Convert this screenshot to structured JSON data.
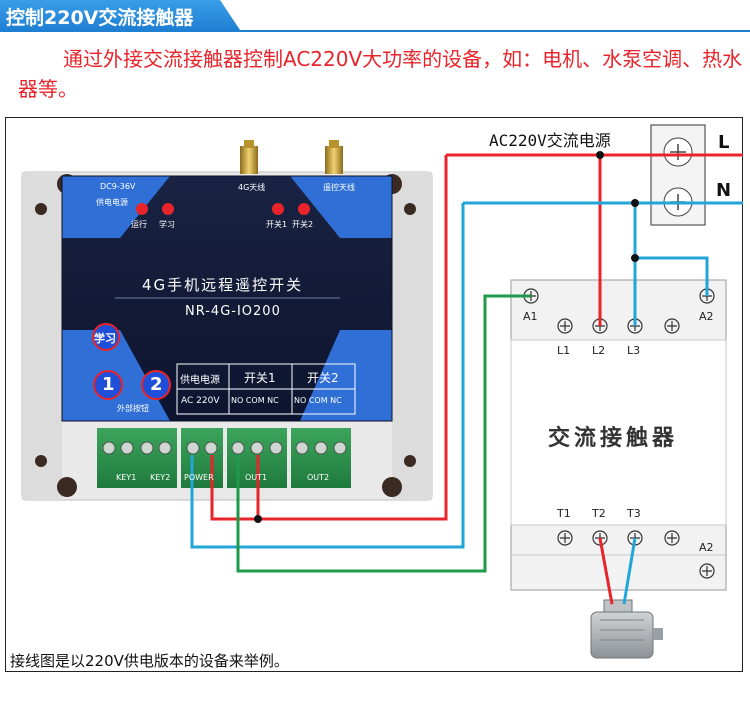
{
  "header": {
    "title": "控制220V交流接触器"
  },
  "intro": {
    "text": "通过外接交流接触器控制AC220V大功率的设备，如：电机、水泵空调、热水器等。"
  },
  "diagram": {
    "power_source_label": "AC220V交流电源",
    "line_L": "L",
    "line_N": "N",
    "caption": "接线图是以220V供电版本的设备来举例。",
    "device": {
      "label_dc": "DC9-36V",
      "label_power_input": "供电电源",
      "label_4g_antenna": "4G天线",
      "label_remote_antenna": "遥控天线",
      "led_run": "运行",
      "led_learn": "学习",
      "led_sw1": "开关1",
      "led_sw2": "开关2",
      "title": "4G手机远程遥控开关",
      "model": "NR-4G-IO200",
      "learn_button": "学习",
      "key1_num": "1",
      "key2_num": "2",
      "ext_button_label": "外部按钮",
      "table_power": "供电电源",
      "table_sw1": "开关1",
      "table_sw2": "开关2",
      "table_ac": "AC 220V",
      "table_sw1_pins": "NO COM NC",
      "table_sw2_pins": "NO COM NC",
      "term_key1": "KEY1",
      "term_key2": "KEY2",
      "term_power": "POWER",
      "term_out1": "OUT1",
      "term_out2": "OUT2"
    },
    "contactor": {
      "title": "交流接触器",
      "a1": "A1",
      "a2_top": "A2",
      "a2_bottom": "A2",
      "l1": "L1",
      "l2": "L2",
      "l3": "L3",
      "t1": "T1",
      "t2": "T2",
      "t3": "T3"
    },
    "wire_colors": {
      "live": "#e8242a",
      "neutral": "#22a6d8",
      "control": "#1e9a4a"
    }
  }
}
